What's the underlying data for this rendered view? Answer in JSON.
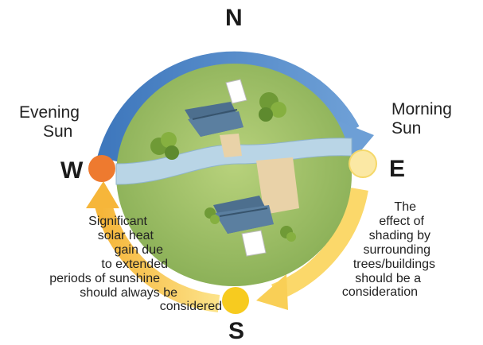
{
  "compass": {
    "north": "N",
    "south": "S",
    "east": "E",
    "west": "W"
  },
  "labels": {
    "evening_sun": [
      "Evening",
      "Sun"
    ],
    "morning_sun": [
      "Morning",
      "Sun"
    ]
  },
  "notes": {
    "west": [
      "Significant",
      "solar heat",
      "gain due",
      "to extended",
      "periods of sunshine",
      "should always be",
      "considered"
    ],
    "east": [
      "The",
      "effect of",
      "shading by",
      "surrounding",
      "trees/buildings",
      "should be a",
      "consideration"
    ]
  },
  "colors": {
    "north_arrow": "#4f86c6",
    "south_arrow": "#f7c95a",
    "west_sun": "#ee7a2f",
    "east_sun": "#fbe8a4",
    "south_sun": "#f7cb1f",
    "lawn": "#9ec16a",
    "river": "#b9d5e6",
    "roof": "#4d6f8e"
  },
  "icons": [
    "west-sun-icon",
    "east-sun-icon",
    "south-sun-icon",
    "house-icon",
    "tree-icon",
    "river-icon"
  ]
}
